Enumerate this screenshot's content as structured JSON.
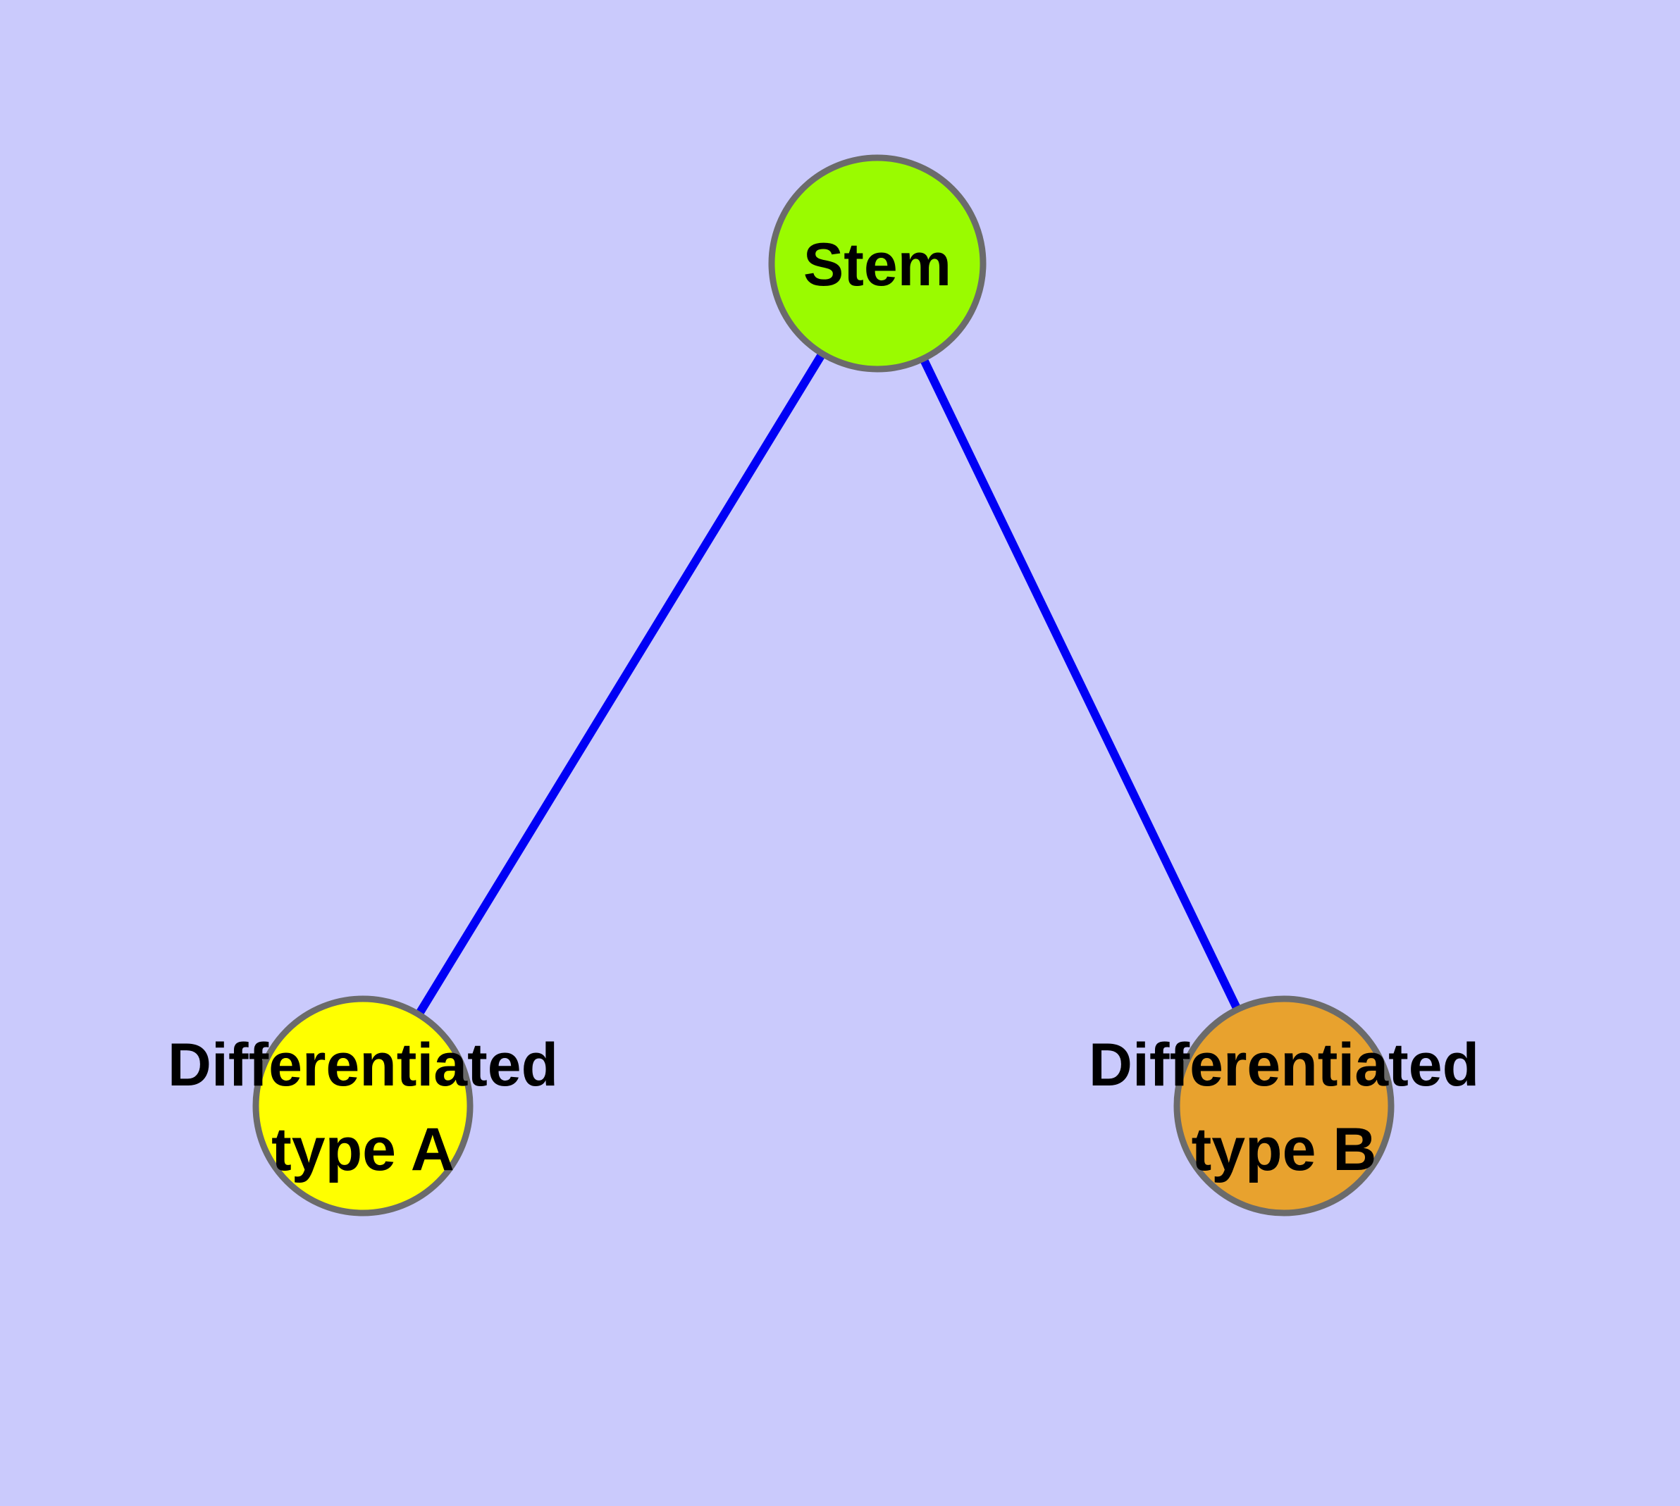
{
  "diagram": {
    "type": "graph",
    "background_color": "#CACAFC",
    "edge_color": "#0000F5",
    "node_border_color": "#6B6B6B",
    "text_color": "#000000",
    "nodes": [
      {
        "id": "stem",
        "label_lines": [
          "Stem",
          ""
        ],
        "fill": "#9AFB00"
      },
      {
        "id": "differentiated-type-a",
        "label_lines": [
          "Differentiated",
          "type A"
        ],
        "fill": "#FFFF00"
      },
      {
        "id": "differentiated-type-b",
        "label_lines": [
          "Differentiated",
          "type B"
        ],
        "fill": "#E8A22E"
      }
    ],
    "edges": [
      {
        "from": "Stem",
        "to": "Differentiated type A"
      },
      {
        "from": "Stem",
        "to": "Differentiated type B"
      }
    ]
  }
}
